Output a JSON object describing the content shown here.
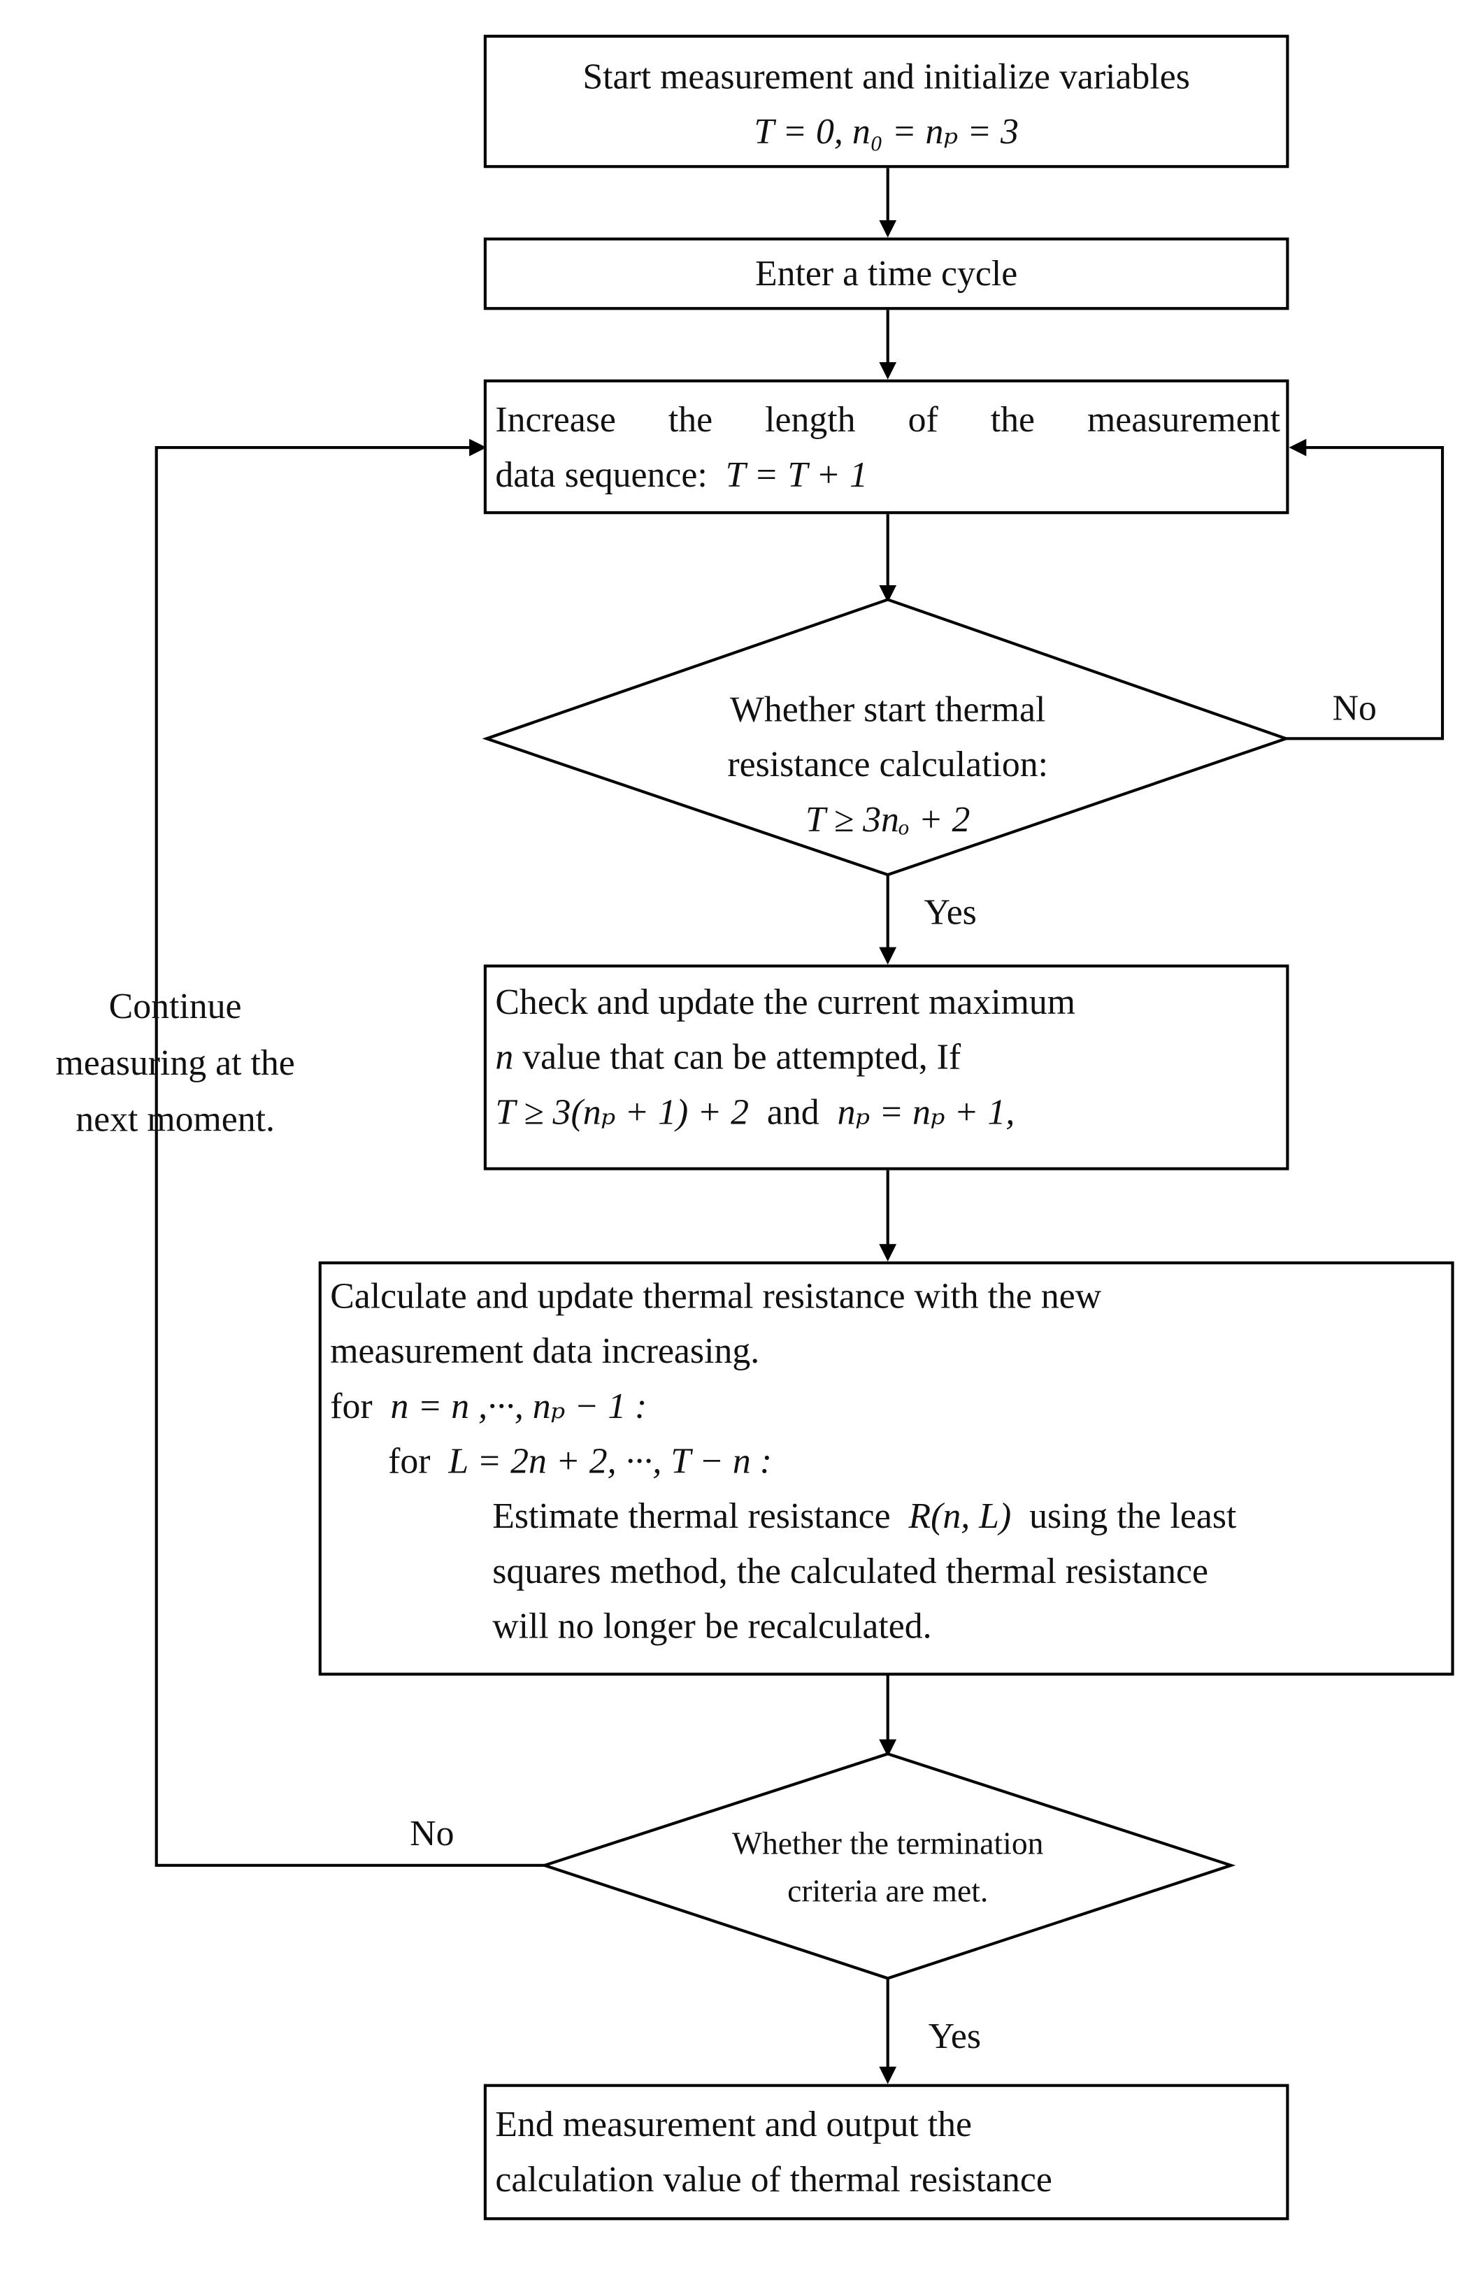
{
  "start": {
    "line1": "Start measurement and initialize variables",
    "formula": "T = 0, n₀ = nₚ = 3"
  },
  "cycle": {
    "text": "Enter a time cycle"
  },
  "increase": {
    "line1": "Increase the length of the measurement",
    "line2": "data sequence:",
    "formula": "T = T + 1"
  },
  "decision1": {
    "line1": "Whether start thermal",
    "line2": "resistance calculation:",
    "formula": "T ≥ 3nₒ + 2",
    "no_label": "No",
    "yes_label": "Yes"
  },
  "loop_label": {
    "line1": "Continue",
    "line2": "measuring at the",
    "line3": "next moment."
  },
  "check": {
    "line1": "Check and update the current maximum",
    "line2": "value that can be attempted, If",
    "line2_var": "n",
    "formula_a": "T ≥ 3(nₚ + 1) + 2",
    "and": "and",
    "formula_b": "nₚ = nₚ + 1,"
  },
  "calc": {
    "line1": "Calculate and update thermal resistance with the new",
    "line2": "measurement data increasing.",
    "for1_kw": "for",
    "for1": "n = n ,···, nₚ − 1 :",
    "for2_kw": "for",
    "for2": "L = 2n + 2, ···, T − n :",
    "est_a": "Estimate thermal resistance",
    "est_formula": "R(n, L)",
    "est_b": "using the least",
    "line4": "squares method, the calculated thermal resistance",
    "line5": "will no longer be recalculated."
  },
  "decision2": {
    "line1": "Whether the termination",
    "line2": "criteria are met.",
    "no_label": "No",
    "yes_label": "Yes"
  },
  "end": {
    "line1": "End measurement and output the",
    "line2": "calculation value of thermal resistance"
  }
}
